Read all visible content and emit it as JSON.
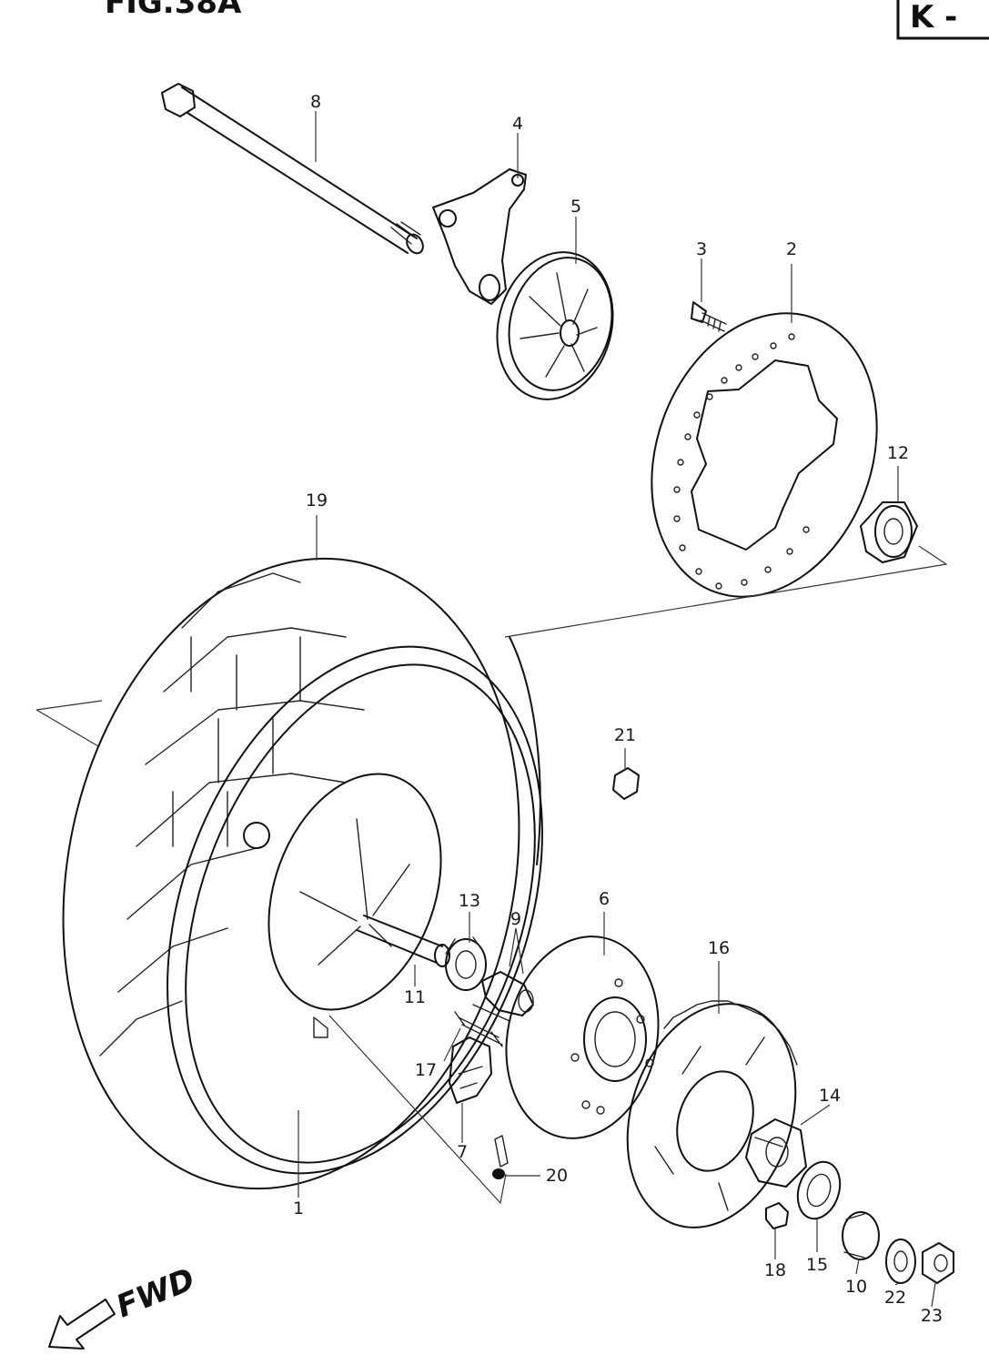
{
  "header": {
    "figure_label": "FIG.38A",
    "page_code": "K -"
  },
  "fwd_label": "FWD",
  "parts": [
    {
      "id": "1",
      "label": "1"
    },
    {
      "id": "2",
      "label": "2"
    },
    {
      "id": "3",
      "label": "3"
    },
    {
      "id": "4",
      "label": "4"
    },
    {
      "id": "5",
      "label": "5"
    },
    {
      "id": "6",
      "label": "6"
    },
    {
      "id": "7",
      "label": "7"
    },
    {
      "id": "8",
      "label": "8"
    },
    {
      "id": "9",
      "label": "9"
    },
    {
      "id": "10",
      "label": "10"
    },
    {
      "id": "11",
      "label": "11"
    },
    {
      "id": "12",
      "label": "12"
    },
    {
      "id": "13",
      "label": "13"
    },
    {
      "id": "14",
      "label": "14"
    },
    {
      "id": "15",
      "label": "15"
    },
    {
      "id": "16",
      "label": "16"
    },
    {
      "id": "17",
      "label": "17"
    },
    {
      "id": "18",
      "label": "18"
    },
    {
      "id": "19",
      "label": "19"
    },
    {
      "id": "20",
      "label": "20"
    },
    {
      "id": "21",
      "label": "21"
    },
    {
      "id": "22",
      "label": "22"
    },
    {
      "id": "23",
      "label": "23"
    }
  ]
}
